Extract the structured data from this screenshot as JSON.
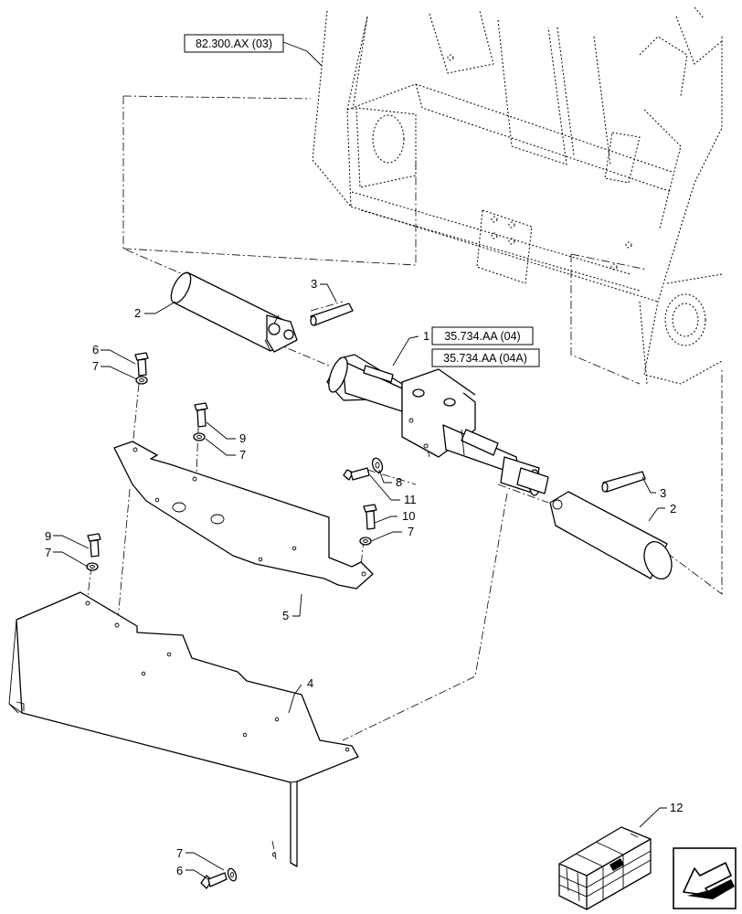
{
  "references": {
    "frame": "82.300.AX (03)",
    "cylinder_a": "35.734.AA (04)",
    "cylinder_b": "35.734.AA (04A)"
  },
  "callouts": {
    "c1": "1",
    "c2a": "2",
    "c2b": "2",
    "c3a": "3",
    "c3b": "3",
    "c4": "4",
    "c5": "5",
    "c6a": "6",
    "c6b": "6",
    "c7a": "7",
    "c7b": "7",
    "c7c": "7",
    "c7d": "7",
    "c7e": "7",
    "c8": "8",
    "c9a": "9",
    "c9b": "9",
    "c10": "10",
    "c11": "11",
    "c12": "12"
  },
  "icons": {
    "kit": "kit-crate-icon",
    "navigation": "previous-arrow-icon"
  }
}
